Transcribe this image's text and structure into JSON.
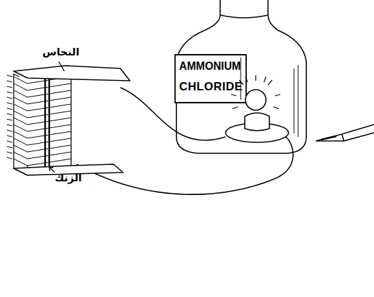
{
  "diagram": {
    "labels": [
      "النحاس",
      "الزنك",
      "AMMONIUM",
      "CHLORIDE"
    ]
  }
}
